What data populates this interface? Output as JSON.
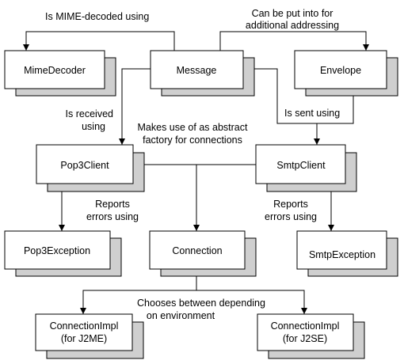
{
  "boxes": {
    "mime_decoder": "MimeDecoder",
    "message": "Message",
    "envelope": "Envelope",
    "pop3_client": "Pop3Client",
    "smtp_client": "SmtpClient",
    "pop3_exception": "Pop3Exception",
    "connection": "Connection",
    "smtp_exception": "SmtpException",
    "impl_j2me": [
      "ConnectionImpl",
      "(for J2ME)"
    ],
    "impl_j2se": [
      "ConnectionImpl",
      "(for J2SE)"
    ]
  },
  "labels": {
    "mime_decoded": "Is MIME-decoded using",
    "put_into": [
      "Can be put into for",
      "additional addressing"
    ],
    "received": [
      "Is received",
      "using"
    ],
    "sent": "Is sent using",
    "factory": [
      "Makes use of as abstract",
      "factory for connections"
    ],
    "reports_left": [
      "Reports",
      "errors using"
    ],
    "reports_right": [
      "Reports",
      "errors using"
    ],
    "chooses": [
      "Chooses between depending",
      "on environment"
    ]
  }
}
